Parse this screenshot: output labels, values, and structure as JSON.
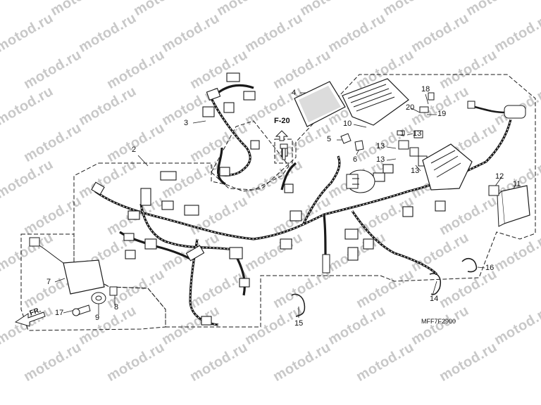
{
  "watermark": {
    "text": "motod.ru"
  },
  "callouts": {
    "c1": "1",
    "c2": "2",
    "c3": "3",
    "c4": "4",
    "c5": "5",
    "c6": "6",
    "c7": "7",
    "c8": "8",
    "c9": "9",
    "c10": "10",
    "c11": "11",
    "c12": "12",
    "c13a": "13",
    "c13b": "13",
    "c13c": "13",
    "c13d": "13",
    "c14": "14",
    "c15": "15",
    "c16": "16",
    "c17": "17",
    "c18": "18",
    "c19": "19",
    "c20": "20"
  },
  "section_ref": "F-20",
  "direction_label": "FR.",
  "diagram_code": "MFF7F2900",
  "colors": {
    "line": "#1a1a1a",
    "watermark": "#c8c8c8",
    "background": "#ffffff"
  }
}
